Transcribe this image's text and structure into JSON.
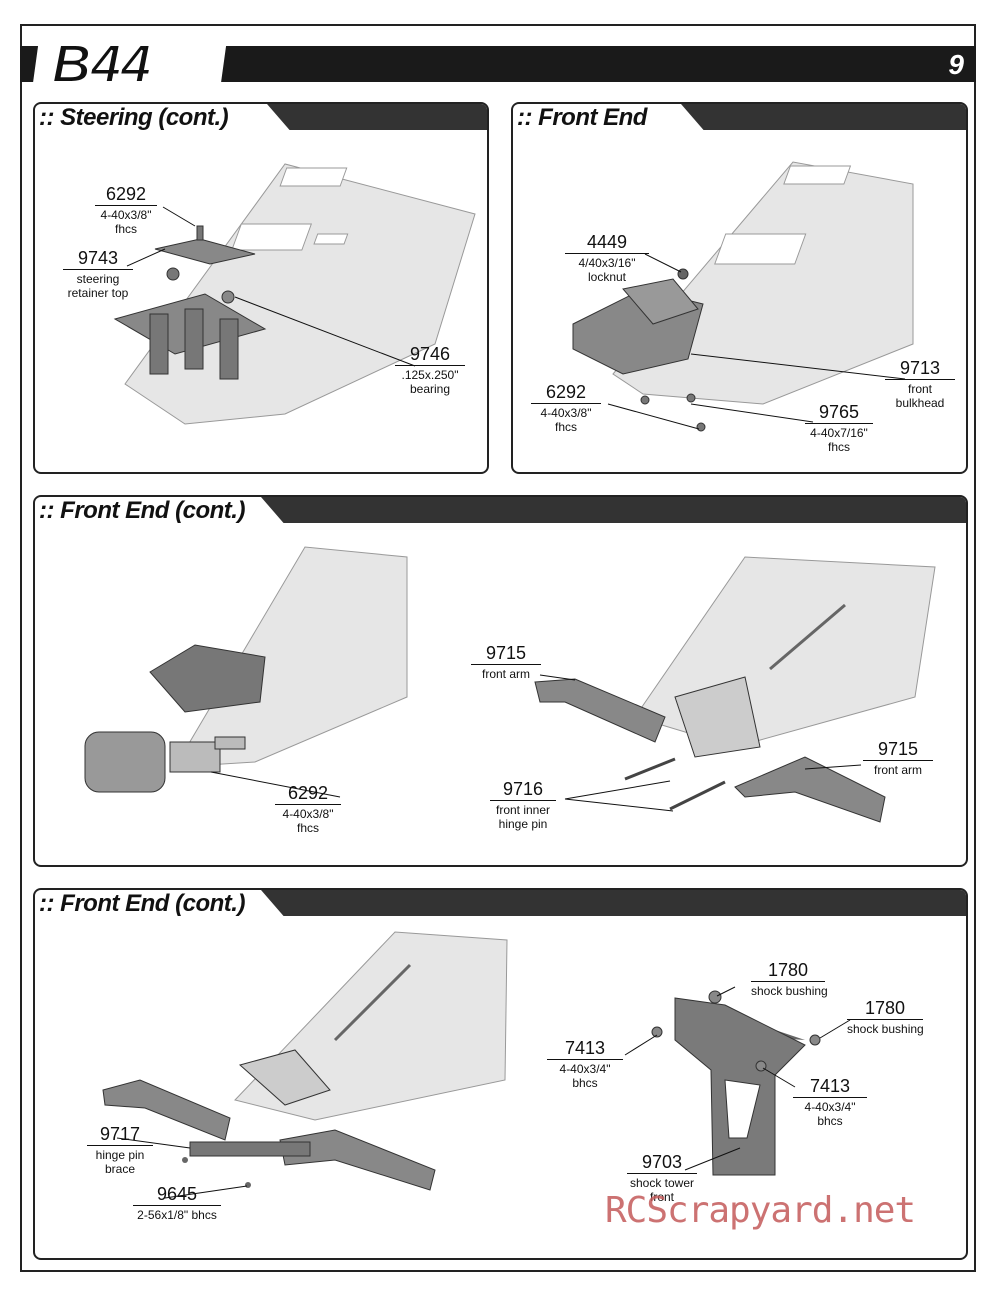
{
  "header": {
    "logo_text": "B44",
    "page_number": "9"
  },
  "sections": [
    {
      "title": ":: Steering (cont.)",
      "callouts": [
        {
          "num": "6292",
          "desc": [
            "4-40x3/8\"",
            "fhcs"
          ]
        },
        {
          "num": "9743",
          "desc": [
            "steering",
            "retainer top"
          ]
        },
        {
          "num": "9746",
          "desc": [
            ".125x.250\"",
            "bearing"
          ]
        }
      ]
    },
    {
      "title": ":: Front End",
      "callouts": [
        {
          "num": "4449",
          "desc": [
            "4/40x3/16\"",
            "locknut"
          ]
        },
        {
          "num": "9713",
          "desc": [
            "front",
            "bulkhead"
          ]
        },
        {
          "num": "6292",
          "desc": [
            "4-40x3/8\"",
            "fhcs"
          ]
        },
        {
          "num": "9765",
          "desc": [
            "4-40x7/16\"",
            "fhcs"
          ]
        }
      ]
    },
    {
      "title": ":: Front End (cont.)",
      "callouts": [
        {
          "num": "6292",
          "desc": [
            "4-40x3/8\"",
            "fhcs"
          ]
        },
        {
          "num": "9715",
          "desc": [
            "front arm"
          ]
        },
        {
          "num": "9715",
          "desc": [
            "front arm"
          ]
        },
        {
          "num": "9716",
          "desc": [
            "front inner",
            "hinge pin"
          ]
        }
      ]
    },
    {
      "title": ":: Front End (cont.)",
      "callouts": [
        {
          "num": "9717",
          "desc": [
            "hinge pin",
            "brace"
          ]
        },
        {
          "num": "9645",
          "desc": [
            "2-56x1/8\" bhcs"
          ]
        },
        {
          "num": "1780",
          "desc": [
            "shock bushing"
          ]
        },
        {
          "num": "1780",
          "desc": [
            "shock bushing"
          ]
        },
        {
          "num": "7413",
          "desc": [
            "4-40x3/4\"",
            "bhcs"
          ]
        },
        {
          "num": "7413",
          "desc": [
            "4-40x3/4\"",
            "bhcs"
          ]
        },
        {
          "num": "9703",
          "desc": [
            "shock tower",
            "front"
          ]
        }
      ]
    }
  ],
  "watermark": "RCScrapyard.net"
}
